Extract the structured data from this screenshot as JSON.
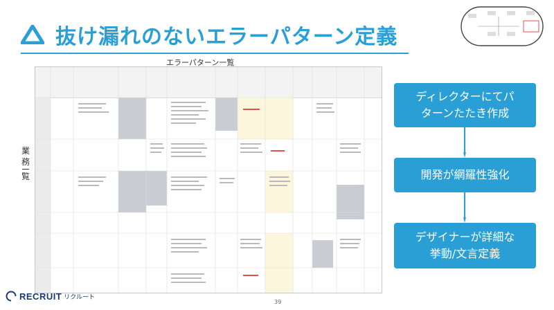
{
  "title": "抜け漏れのないエラーパターン定義",
  "caption": "エラーパターン一覧",
  "side_label": {
    "chars": [
      "業",
      "務"
    ],
    "tail": "覧"
  },
  "flow": [
    {
      "lines": [
        "ディレクターにてパ",
        "ターンたたき作成"
      ]
    },
    {
      "lines": [
        "開発が網羅性強化"
      ]
    },
    {
      "lines": [
        "デザイナーが詳細な",
        "挙動/文言定義"
      ]
    }
  ],
  "logo": {
    "brand": "RECRUIT",
    "kana": "リクルート"
  },
  "page_number": "39",
  "colors": {
    "accent": "#2a9fd6",
    "brand": "#1a3a73"
  }
}
